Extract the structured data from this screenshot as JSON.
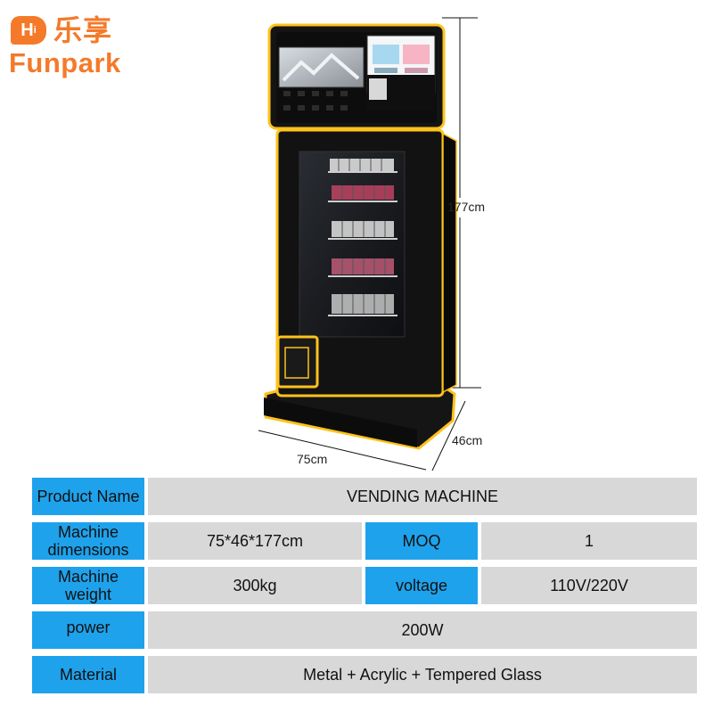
{
  "brand": {
    "badge": "H",
    "badge_small": "i",
    "chinese_name": "乐享",
    "english_name": "Funpark",
    "color": "#f47a2a"
  },
  "dimensions": {
    "height_label": "177cm",
    "depth_label": "46cm",
    "width_label": "75cm"
  },
  "specs": {
    "product_name_label": "Product Name",
    "product_name_value": "VENDING MACHINE",
    "dimensions_label_line1": "Machine",
    "dimensions_label_line2": "dimensions",
    "dimensions_value": "75*46*177cm",
    "moq_label": "MOQ",
    "moq_value": "1",
    "weight_label_line1": "Machine",
    "weight_label_line2": "weight",
    "weight_value": "300kg",
    "voltage_label": "voltage",
    "voltage_value": "110V/220V",
    "power_label": "power",
    "power_value": "200W",
    "material_label": "Material",
    "material_value": "Metal + Acrylic + Tempered Glass"
  },
  "colors": {
    "label_bg": "#1fa2ec",
    "value_bg": "#d8d8d8",
    "glow": "#ffc21a"
  }
}
